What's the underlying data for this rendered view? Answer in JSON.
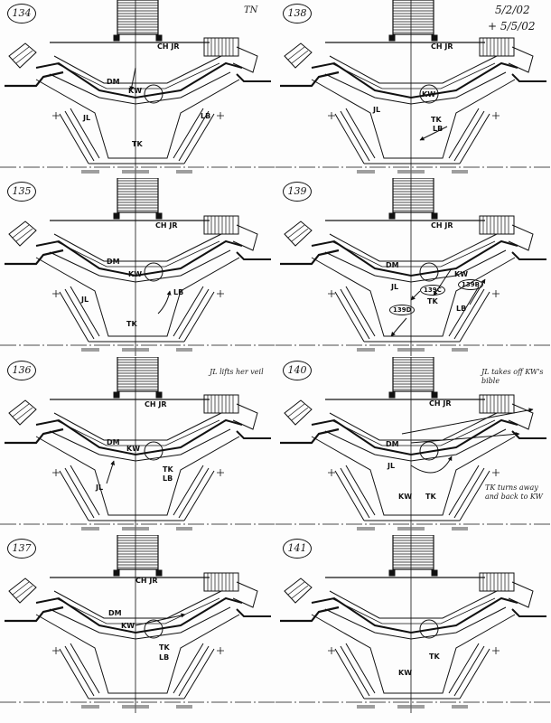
{
  "header": {
    "initials": "TN",
    "date_1": "5/2/02",
    "date_2": "+ 5/5/02"
  },
  "panels": [
    {
      "number": "134",
      "labels": [
        "CH JR",
        "DM",
        "KW",
        "JL",
        "LB",
        "TK"
      ]
    },
    {
      "number": "135",
      "labels": [
        "CH JR",
        "DM",
        "KW",
        "JL",
        "LB",
        "TK"
      ]
    },
    {
      "number": "136",
      "labels": [
        "CH JR",
        "DM",
        "KW",
        "JL",
        "TK",
        "LB"
      ],
      "note": "JL lifts her veil"
    },
    {
      "number": "137",
      "labels": [
        "CH JR",
        "DM",
        "KW",
        "TK",
        "LB"
      ]
    },
    {
      "number": "138",
      "labels": [
        "CH JR",
        "KW",
        "JL",
        "TK",
        "LB"
      ]
    },
    {
      "number": "139",
      "labels": [
        "CH JR",
        "DM",
        "KW",
        "JL",
        "TK",
        "LB",
        "139C",
        "139B",
        "139D"
      ]
    },
    {
      "number": "140",
      "labels": [
        "CH JR",
        "DM",
        "JL",
        "KW",
        "TK"
      ],
      "note": "JL takes off KW's bible",
      "note_2": "TK turns away and back to KW"
    },
    {
      "number": "141",
      "labels": [
        "KW",
        "TK"
      ]
    }
  ]
}
